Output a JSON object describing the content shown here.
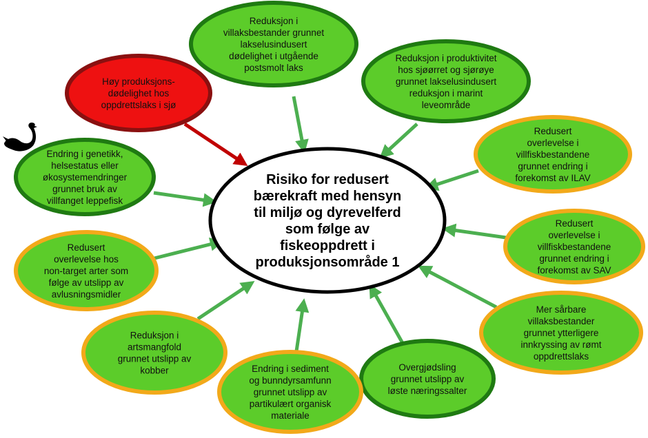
{
  "colors": {
    "node_fill_green": "#5ccc2a",
    "border_dark_green": "#1f7a12",
    "border_orange": "#f2a91a",
    "node_fill_red": "#ee1111",
    "border_dark_red": "#8a1010",
    "arrow_green": "#4caf50",
    "arrow_red": "#c00000",
    "center_fill": "#ffffff",
    "center_border": "#000000"
  },
  "center": {
    "lines": [
      "Risiko for redusert",
      "bærekraft med hensyn",
      "til miljø og dyrevelferd",
      "som følge av",
      "fiskeoppdrett i",
      "produksjonsområde 1"
    ]
  },
  "nodes": [
    {
      "id": "post-smolt",
      "style": "green-dark",
      "lines": [
        "Reduksjon i",
        "villaksbestander grunnet",
        "lakselusindusert",
        "dødelighet i utgående",
        "postsmolt laks"
      ]
    },
    {
      "id": "productivity",
      "style": "green-dark",
      "lines": [
        "Reduksjon i produktivitet",
        "hos sjøørret og sjørøye",
        "grunnet lakselusindusert",
        "reduksjon i marint",
        "leveområde"
      ]
    },
    {
      "id": "ilav",
      "style": "green-orange",
      "lines": [
        "Redusert",
        "overlevelse i",
        "villfiskbestandene",
        "grunnet endring i",
        "forekomst av ILAV"
      ]
    },
    {
      "id": "sav",
      "style": "green-orange",
      "lines": [
        "Redusert",
        "overlevelse i",
        "villfiskbestandene",
        "grunnet endring i",
        "forekomst av SAV"
      ]
    },
    {
      "id": "escaped-salmon",
      "style": "green-orange",
      "lines": [
        "Mer sårbare",
        "villaksbestander",
        "grunnet ytterligere",
        "innkryssing av rømt",
        "oppdrettslaks"
      ]
    },
    {
      "id": "nutrients",
      "style": "green-dark",
      "lines": [
        "Overgjødsling",
        "grunnet utslipp av",
        "løste næringssalter"
      ]
    },
    {
      "id": "sediment",
      "style": "green-orange",
      "lines": [
        "Endring i sediment",
        "og bunndyrsamfunn",
        "grunnet utslipp av",
        "partikulært organisk",
        "materiale"
      ]
    },
    {
      "id": "copper",
      "style": "green-orange",
      "lines": [
        "Reduksjon i",
        "artsmangfold",
        "grunnet utslipp av",
        "kobber"
      ]
    },
    {
      "id": "non-target",
      "style": "green-orange",
      "lines": [
        "Redusert",
        "overlevelse hos",
        "non-target arter som",
        "følge av utslipp av",
        "avlusningsmidler"
      ]
    },
    {
      "id": "cleaner-fish",
      "style": "green-dark",
      "lines": [
        "Endring i genetikk,",
        "helsestatus  eller",
        "økosystemendringer",
        "grunnet bruk av",
        "villfanget leppefisk"
      ]
    },
    {
      "id": "mortality",
      "style": "red",
      "lines": [
        "Høy produksjons-",
        "dødelighet hos",
        "oppdrettslaks i sjø"
      ]
    }
  ],
  "icons": {
    "swan": "black-swan-icon"
  }
}
